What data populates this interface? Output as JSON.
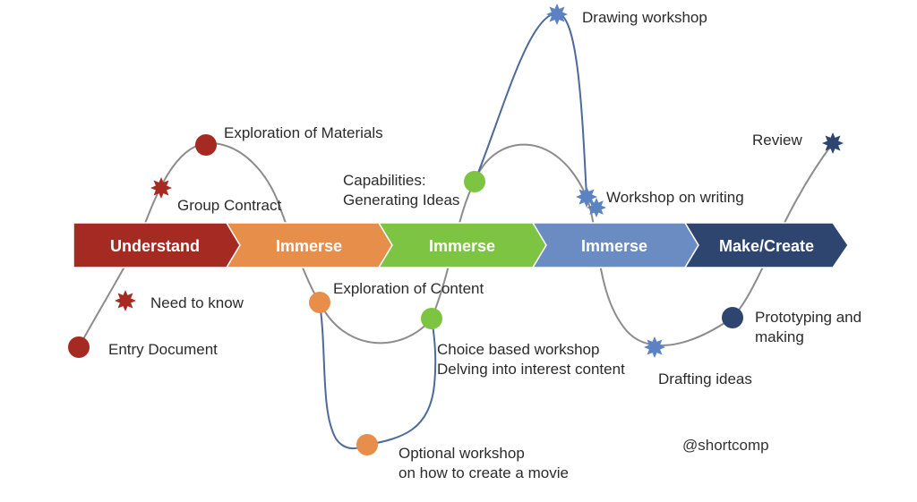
{
  "colors": {
    "understand": "#A52A22",
    "immerse_orange": "#E68E4A",
    "immerse_green": "#7CC442",
    "immerse_blue": "#6A8CC2",
    "make_create": "#2E4570",
    "curve_gray": "#8c8c8c",
    "branch_blue": "#4E6A9A",
    "star_blue": "#5B82C2",
    "text": "#2b2b2b"
  },
  "stages": [
    {
      "label": "Understand",
      "color": "understand"
    },
    {
      "label": "Immerse",
      "color": "immerse_orange"
    },
    {
      "label": "Immerse",
      "color": "immerse_green"
    },
    {
      "label": "Immerse",
      "color": "immerse_blue"
    },
    {
      "label": "Make/Create",
      "color": "make_create"
    }
  ],
  "nodes": {
    "entry_document": {
      "label": "Entry Document",
      "marker": "circle",
      "color": "understand"
    },
    "need_to_know": {
      "label": "Need to know",
      "marker": "star",
      "color": "understand"
    },
    "group_contract": {
      "label": "Group Contract",
      "marker": "star",
      "color": "understand"
    },
    "exploration_materials": {
      "label": "Exploration of Materials",
      "marker": "circle",
      "color": "understand"
    },
    "exploration_content": {
      "label": "Exploration of Content",
      "marker": "circle",
      "color": "immerse_orange"
    },
    "optional_workshop": {
      "lines": [
        "Optional workshop",
        "on how to create a movie"
      ],
      "marker": "circle",
      "color": "immerse_orange"
    },
    "choice_workshop": {
      "lines": [
        "Choice based workshop",
        "Delving into interest content"
      ],
      "marker": "circle",
      "color": "immerse_green"
    },
    "capabilities": {
      "lines": [
        "Capabilities:",
        "Generating Ideas"
      ],
      "marker": "circle",
      "color": "immerse_green"
    },
    "drawing_workshop": {
      "label": "Drawing workshop",
      "marker": "star",
      "color": "star_blue"
    },
    "workshop_writing": {
      "label": "Workshop on writing",
      "marker": "star",
      "color": "star_blue"
    },
    "drafting_ideas": {
      "label": "Drafting ideas",
      "marker": "star",
      "color": "star_blue"
    },
    "prototyping": {
      "lines": [
        "Prototyping and",
        "making"
      ],
      "marker": "circle",
      "color": "make_create"
    },
    "review": {
      "label": "Review",
      "marker": "star",
      "color": "make_create"
    }
  },
  "handle": "@shortcomp"
}
